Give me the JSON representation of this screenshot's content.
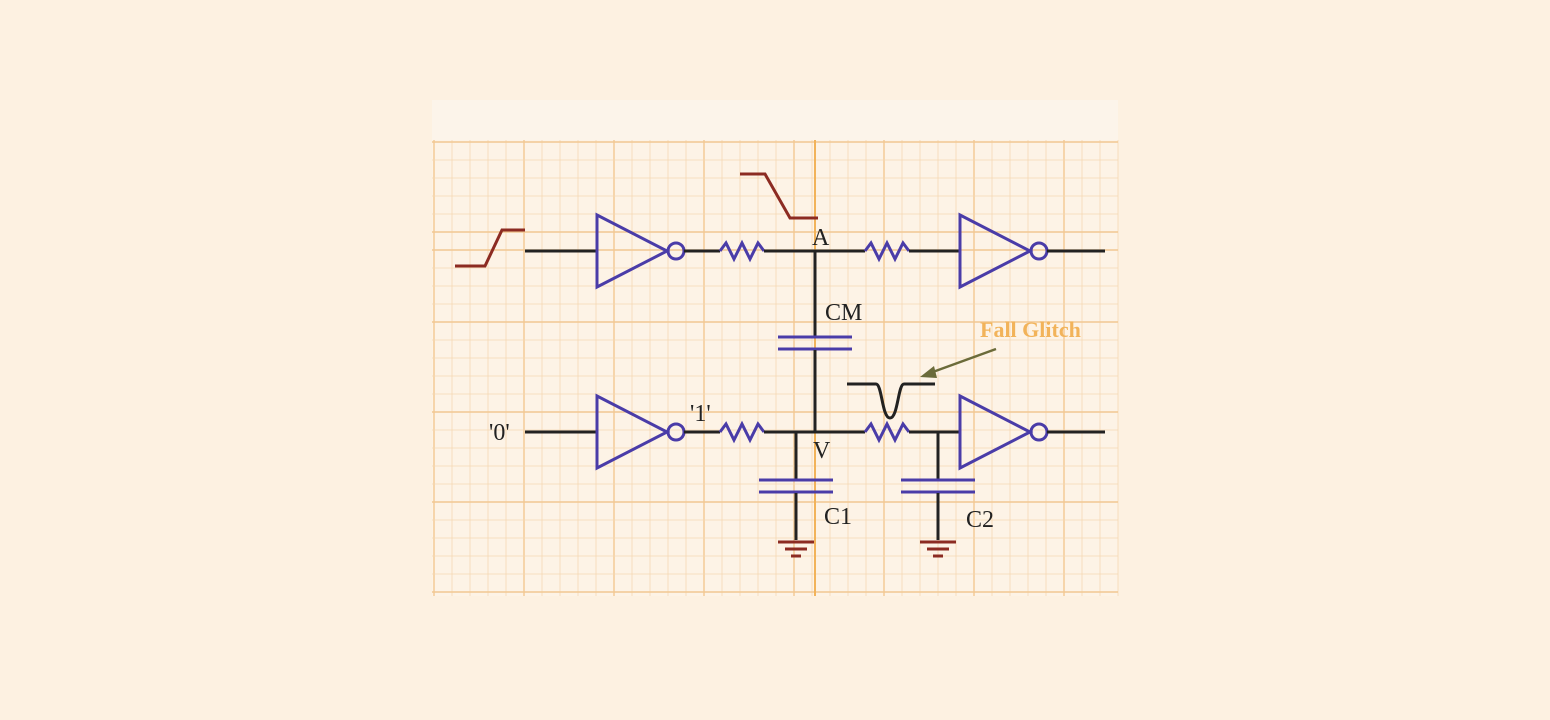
{
  "labels": {
    "node_a": "A",
    "node_v": "V",
    "cap_mutual": "CM",
    "cap_c1": "C1",
    "cap_c2": "C2",
    "input_zero": "'0'",
    "output_one": "'1'",
    "glitch": "Fall Glitch"
  },
  "colors": {
    "background": "#fdf1e1",
    "panel": "#fdf3e6",
    "grid_minor": "#f5d9b3",
    "grid_major": "#f2c892",
    "axis": "#f2b35a",
    "wire": "#222222",
    "component": "#4a3ca8",
    "waveform": "#8c2b22",
    "annotation": "#f2b35a",
    "arrow": "#6b6b3a"
  }
}
